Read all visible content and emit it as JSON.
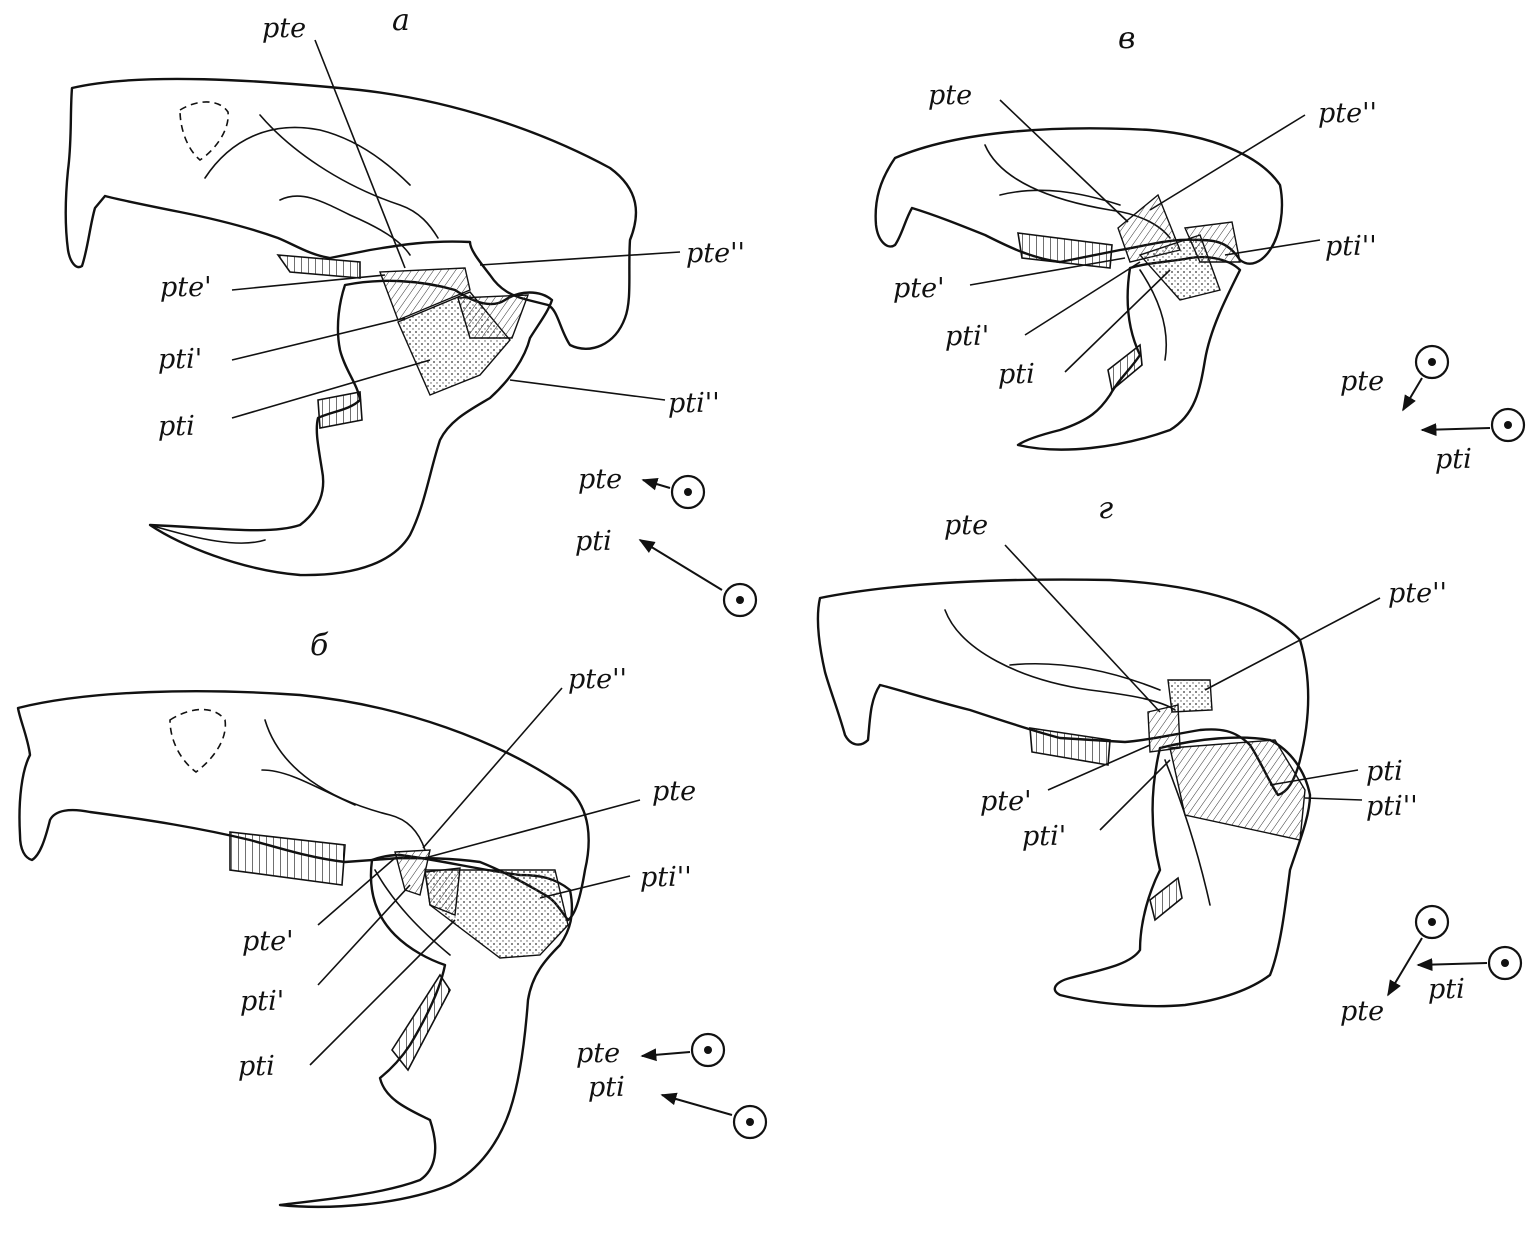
{
  "panels": {
    "a": {
      "title": "а",
      "labels": {
        "pte": "pte",
        "pte_prime": "pte'",
        "pte_dprime": "pte''",
        "pti": "pti",
        "pti_prime": "pti'",
        "pti_dprime": "pti''"
      },
      "vectors": {
        "pte": "pte",
        "pti": "pti"
      }
    },
    "b": {
      "title": "б",
      "labels": {
        "pte": "pte",
        "pte_prime": "pte'",
        "pte_dprime": "pte''",
        "pti": "pti",
        "pti_prime": "pti'",
        "pti_dprime": "pti''"
      },
      "vectors": {
        "pte": "pte",
        "pti": "pti"
      }
    },
    "v": {
      "title": "в",
      "labels": {
        "pte": "pte",
        "pte_prime": "pte'",
        "pte_dprime": "pte''",
        "pti": "pti",
        "pti_prime": "pti'",
        "pti_dprime": "pti''"
      },
      "vectors": {
        "pte": "pte",
        "pti": "pti"
      }
    },
    "g": {
      "title": "г",
      "labels": {
        "pte": "pte",
        "pte_prime": "pte'",
        "pte_dprime": "pte''",
        "pti": "pti",
        "pti_prime": "pti'",
        "pti_dprime": "pti''"
      },
      "vectors": {
        "pte": "pte",
        "pti": "pti"
      }
    }
  }
}
